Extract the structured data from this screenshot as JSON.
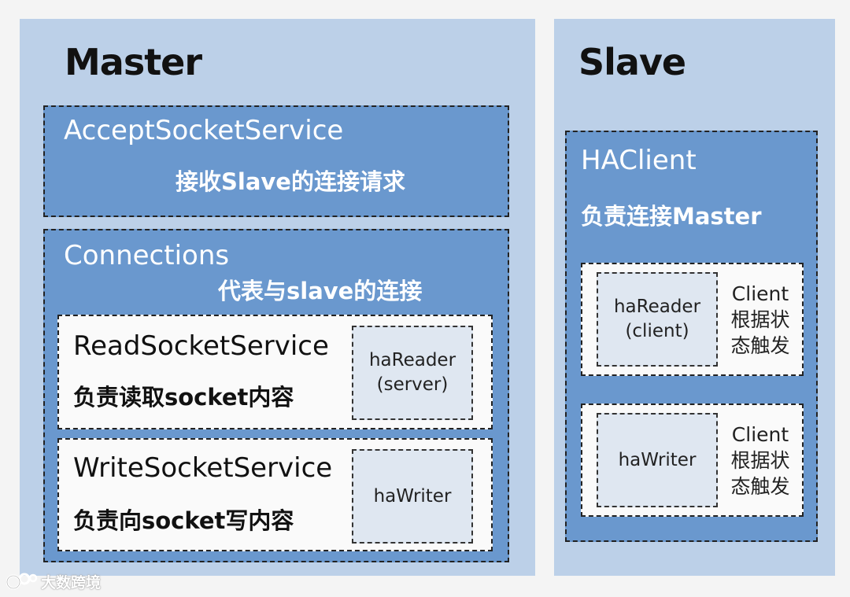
{
  "master": {
    "title": "Master",
    "accept": {
      "name": "AcceptSocketService",
      "desc": "接收Slave的连接请求"
    },
    "connections": {
      "name": "Connections",
      "desc": "代表与slave的连接",
      "read": {
        "name": "ReadSocketService",
        "desc": "负责读取socket内容",
        "inner_line1": "haReader",
        "inner_line2": "(server)"
      },
      "write": {
        "name": "WriteSocketService",
        "desc": "负责向socket写内容",
        "inner": "haWriter"
      }
    }
  },
  "slave": {
    "title": "Slave",
    "haclient": {
      "name": "HAClient",
      "desc": "负责连接Master",
      "reader": {
        "inner_line1": "haReader",
        "inner_line2": "(client)",
        "note_line1": "Client",
        "note_line2": "根据状",
        "note_line3": "态触发"
      },
      "writer": {
        "inner": "haWriter",
        "note_line1": "Client",
        "note_line2": "根据状",
        "note_line3": "态触发"
      }
    }
  },
  "watermark": {
    "text": "大数跨境",
    "icon": "brand-logo-icon"
  }
}
